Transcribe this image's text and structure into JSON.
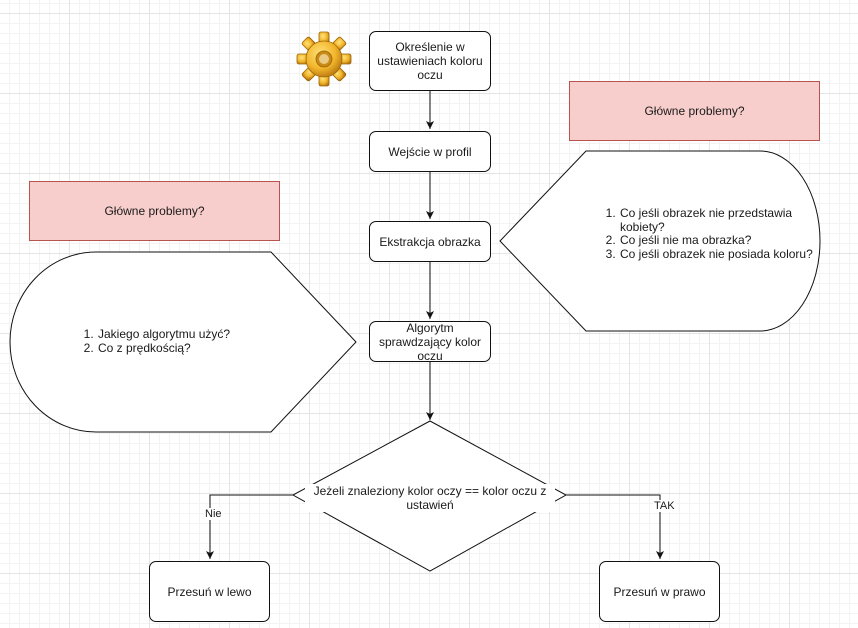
{
  "flow": {
    "eye_color_settings": "Określenie w ustawieniach koloru oczu",
    "enter_profile": "Wejście w profil",
    "extract_image": "Ekstrakcja obrazka",
    "color_algorithm": "Algorytm sprawdzający kolor oczu",
    "decision": "Jeżeli znaleziony kolor oczy == kolor oczu z ustawień",
    "swipe_left": "Przesuń w lewo",
    "swipe_right": "Przesuń w prawo",
    "no_label": "Nie",
    "yes_label": "TAK"
  },
  "right_problems": {
    "title": "Główne problemy?",
    "items": [
      "Co jeśli obrazek nie przedstawia kobiety?",
      "Co jeśli nie ma obrazka?",
      "Co jeśli obrazek nie posiada koloru?"
    ]
  },
  "left_problems": {
    "title": "Główne problemy?",
    "items": [
      "Jakiego algorytmu użyć?",
      "Co z prędkością?"
    ]
  },
  "icons": {
    "settings": "gear-icon"
  },
  "colors": {
    "note_fill": "#f8cecc",
    "note_border": "#b85450",
    "gear_gold": "#f2b52a"
  }
}
